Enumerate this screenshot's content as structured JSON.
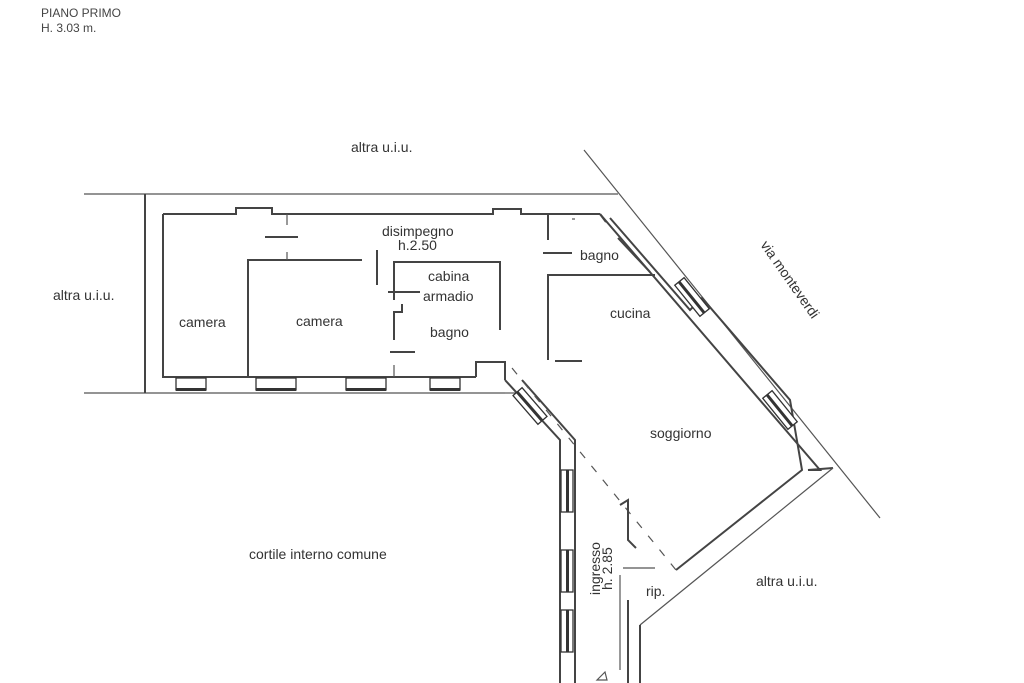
{
  "header": {
    "floor": "PIANO PRIMO",
    "height": "H. 3.03 m."
  },
  "labels": {
    "altra_top": "altra u.i.u.",
    "altra_left": "altra u.i.u.",
    "altra_right": "altra u.i.u.",
    "disimpegno": "disimpegno",
    "disimpegno_h": "h.2.50",
    "cabina": "cabina",
    "armadio": "armadio",
    "camera_1": "camera",
    "camera_2": "camera",
    "bagno_1": "bagno",
    "bagno_2": "bagno",
    "cucina": "cucina",
    "soggiorno": "soggiorno",
    "via": "via monteverdi",
    "cortile": "cortile interno comune",
    "ingresso": "ingresso",
    "ingresso_h": "h. 2.85",
    "rip": "rip."
  }
}
